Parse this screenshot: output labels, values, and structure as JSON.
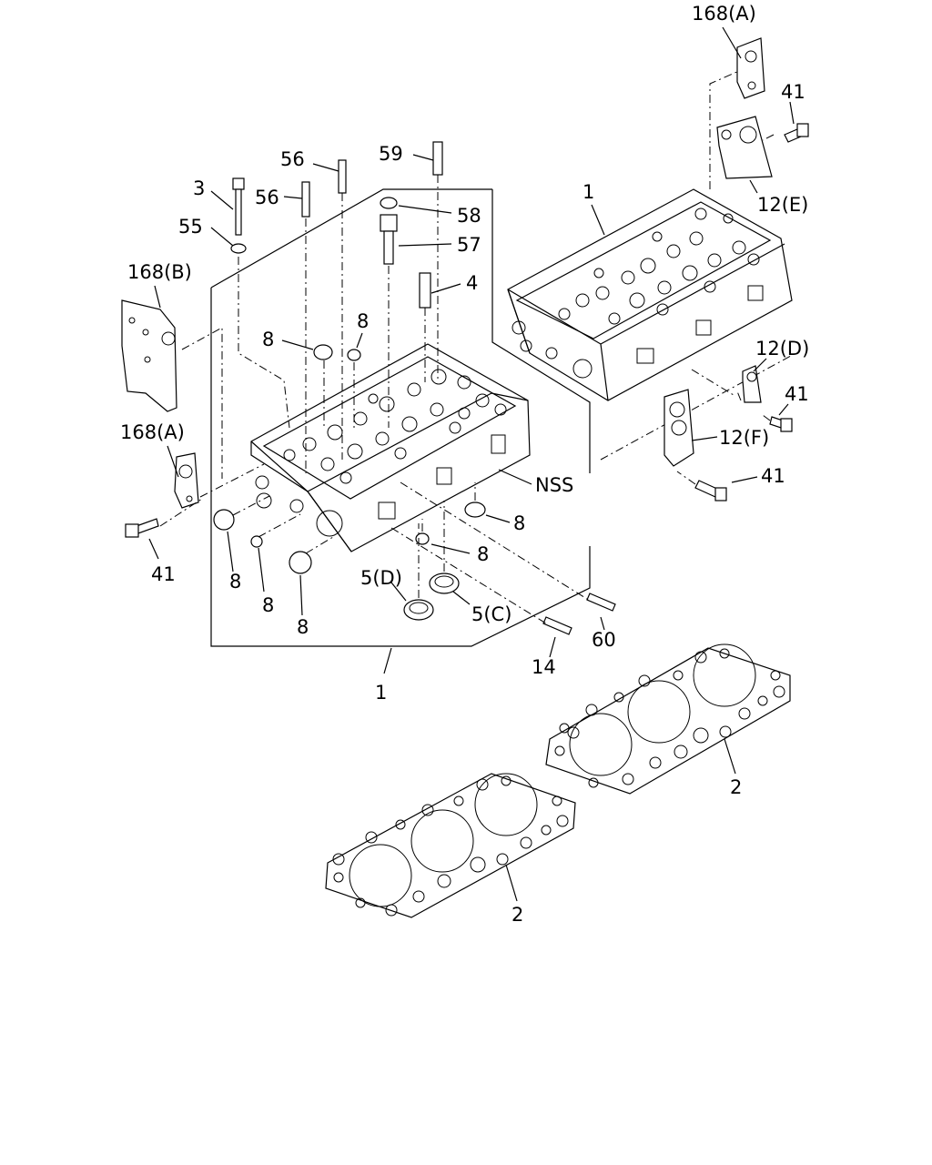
{
  "callouts": {
    "c168a_top": "168(A)",
    "c41_top": "41",
    "c12e": "12(E)",
    "c1_top": "1",
    "c59": "59",
    "c56_a": "56",
    "c56_b": "56",
    "c3": "3",
    "c55": "55",
    "c58": "58",
    "c57": "57",
    "c4": "4",
    "c168b": "168(B)",
    "c8_a": "8",
    "c8_b": "8",
    "c12d": "12(D)",
    "c41_mid": "41",
    "c168a_left": "168(A)",
    "c12f": "12(F)",
    "cnss": "NSS",
    "c41_right": "41",
    "c8_c": "8",
    "c8_d": "8",
    "c41_left": "41",
    "c8_e": "8",
    "c8_f": "8",
    "c8_g": "8",
    "c5d": "5(D)",
    "c5c": "5(C)",
    "c60": "60",
    "c14": "14",
    "c1_bottom": "1",
    "c2_right": "2",
    "c2_left": "2"
  },
  "icons": {
    "head_right": "cylinder-head-icon",
    "head_left": "cylinder-head-icon",
    "gasket": "head-gasket-icon",
    "bracket": "bracket-plate-icon",
    "bolt": "bolt-icon",
    "seal": "seal-ring-icon"
  }
}
